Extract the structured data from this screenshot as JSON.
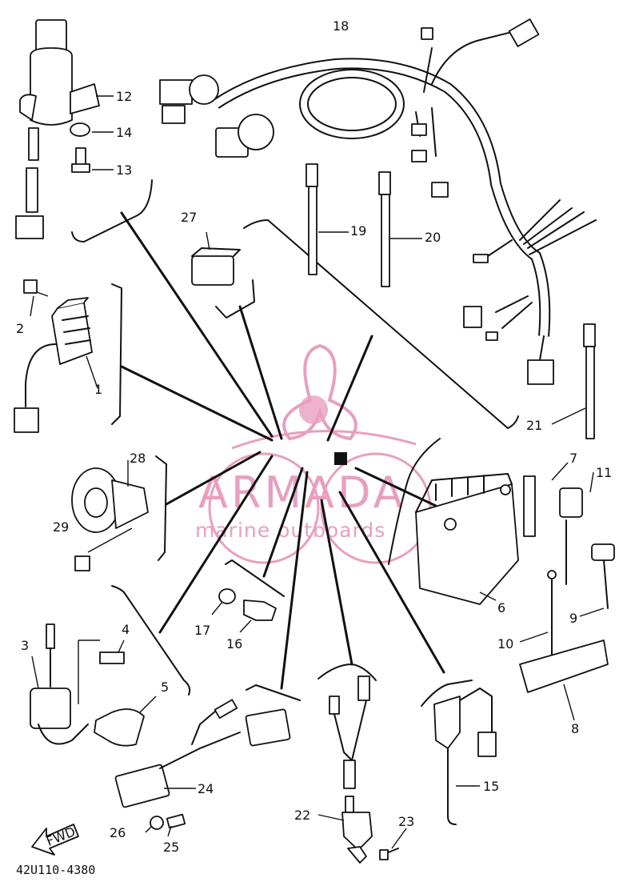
{
  "diagram": {
    "part_numbers": {
      "p1": "1",
      "p2": "2",
      "p3": "3",
      "p4": "4",
      "p5": "5",
      "p6": "6",
      "p7": "7",
      "p8": "8",
      "p9": "9",
      "p10": "10",
      "p11": "11",
      "p12": "12",
      "p13": "13",
      "p14": "14",
      "p15": "15",
      "p16": "16",
      "p17": "17",
      "p18": "18",
      "p19": "19",
      "p20": "20",
      "p21": "21",
      "p22": "22",
      "p23": "23",
      "p24": "24",
      "p25": "25",
      "p26": "26",
      "p27": "27",
      "p28": "28",
      "p29": "29"
    },
    "fwd_label": "FWD",
    "drawing_code": "42U110-4380"
  },
  "watermark": {
    "brand": "ARMADA",
    "tagline": "marine outboards",
    "color": "#e58fb4"
  }
}
